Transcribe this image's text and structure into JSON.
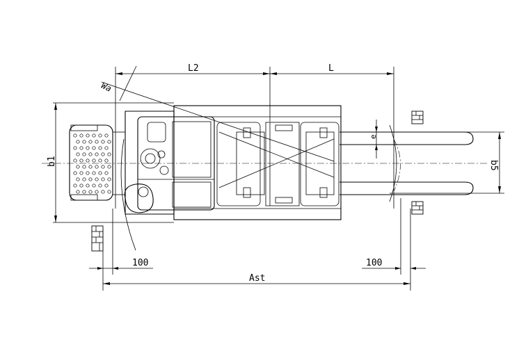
{
  "labels": {
    "l2": "L2",
    "l": "L",
    "wa": "Wa",
    "b1": "b1",
    "b5": "b5",
    "e": "e",
    "clearance_left": "100",
    "clearance_right": "100",
    "ast": "Ast"
  },
  "colors": {
    "line": "#000000",
    "background": "#ffffff"
  }
}
